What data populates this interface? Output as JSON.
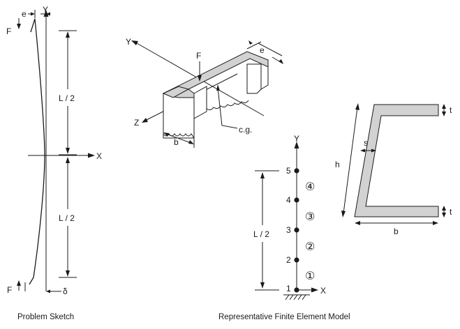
{
  "problem_sketch": {
    "label_e": "e",
    "label_y": "Y",
    "label_f_top": "F",
    "label_f_bottom": "F",
    "label_half_length_upper": "L / 2",
    "label_half_length_lower": "L / 2",
    "label_x": "X",
    "label_delta": "δ",
    "caption": "Problem Sketch"
  },
  "beam_3d": {
    "label_y": "Y",
    "label_f": "F",
    "label_e": "e",
    "label_z": "Z",
    "label_b": "b",
    "label_cg": "c.g."
  },
  "fe_model": {
    "label_y": "Y",
    "label_x": "X",
    "label_half_length": "L / 2",
    "nodes": [
      "1",
      "2",
      "3",
      "4",
      "5"
    ],
    "elements": [
      "①",
      "②",
      "③",
      "④"
    ],
    "caption": "Representative Finite Element Model"
  },
  "cross_section": {
    "label_t_top": "t",
    "label_t_bottom": "t",
    "label_h": "h",
    "label_s": "s",
    "label_b": "b"
  }
}
